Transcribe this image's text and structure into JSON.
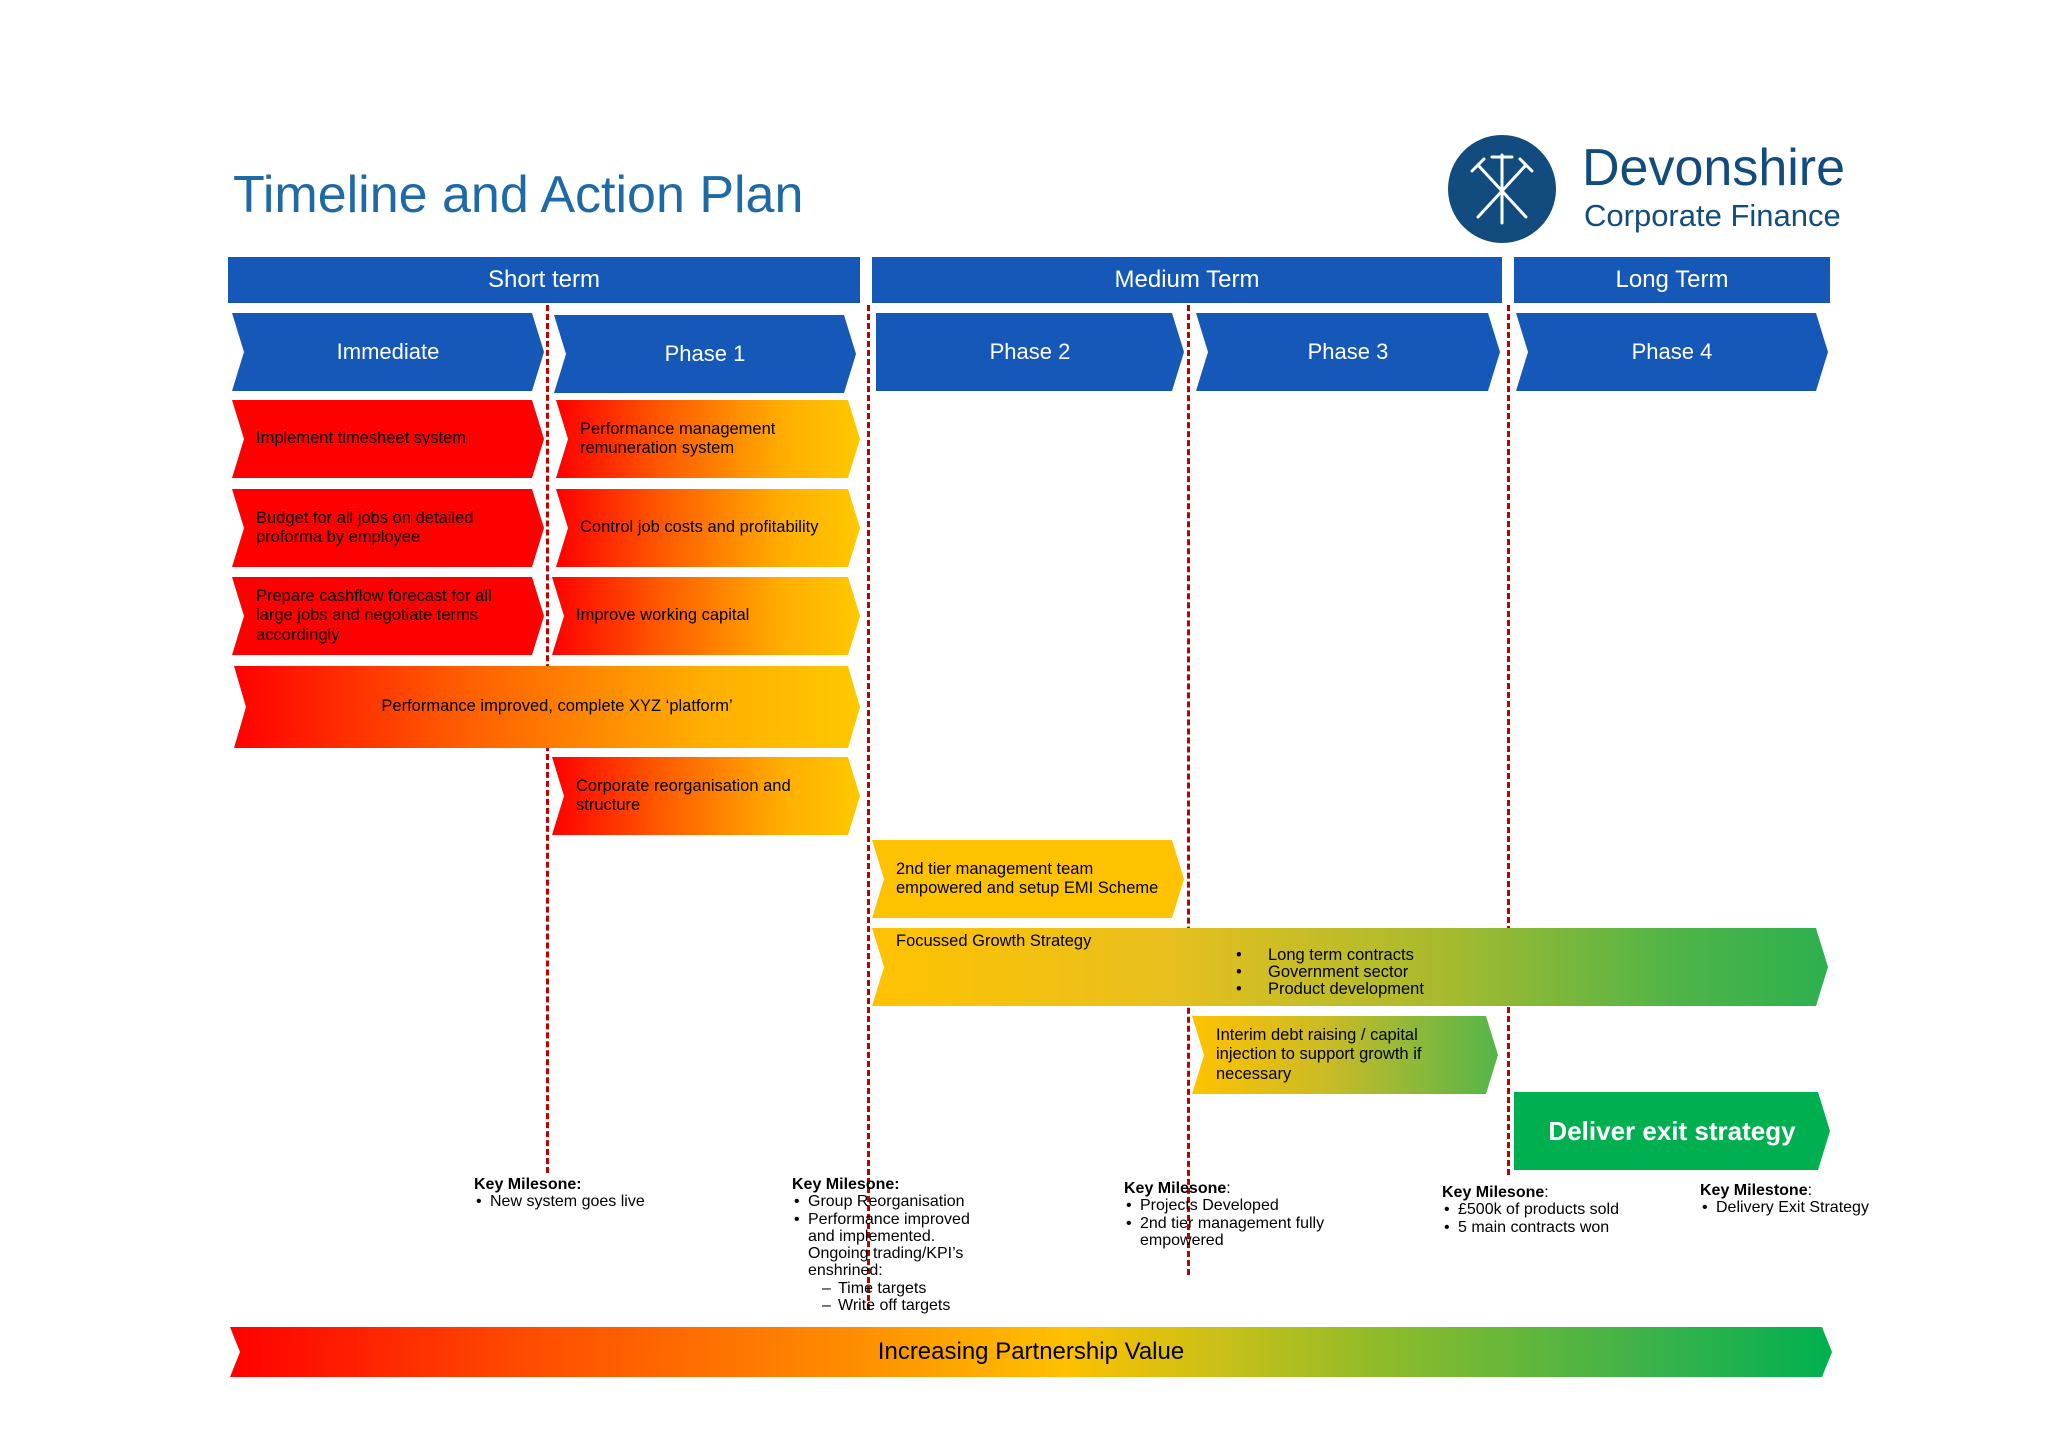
{
  "title": "Timeline and Action Plan",
  "logo": {
    "name": "Devonshire",
    "subtitle": "Corporate Finance"
  },
  "terms": [
    "Short term",
    "Medium Term",
    "Long Term"
  ],
  "phases": [
    "Immediate",
    "Phase 1",
    "Phase 2",
    "Phase 3",
    "Phase 4"
  ],
  "actions": {
    "timesheet": "Implement timesheet system",
    "budget": "Budget for all jobs on detailed proforma by employee",
    "cashflow": "Prepare cashflow forecast for all large jobs and negotiate terms accordingly",
    "perf_mgmt": "Performance management remuneration system",
    "control_costs": "Control job costs and profitability",
    "working_capital": "Improve working capital",
    "platform": "Performance improved, complete XYZ ‘platform’",
    "reorg": "Corporate reorganisation and structure",
    "second_tier": "2nd tier management team empowered and setup EMI Scheme",
    "growth_title": "Focussed Growth Strategy",
    "growth_items": [
      "Long term contracts",
      "Government sector",
      "Product development"
    ],
    "interim_debt": "Interim debt raising / capital injection to support growth if necessary",
    "exit": "Deliver exit strategy"
  },
  "milestones": {
    "m1": {
      "head": "Key Milesone:",
      "items": [
        "New system goes live"
      ]
    },
    "m2": {
      "head": "Key Milesone:",
      "items": [
        "Group Reorganisation",
        "Performance improved and implemented. Ongoing trading/KPI’s enshrined:"
      ],
      "subitems": [
        "Time targets",
        "Write off targets"
      ]
    },
    "m3": {
      "head": "Key Milesone",
      "items": [
        "Projects Developed",
        "2nd tier management fully empowered"
      ]
    },
    "m4": {
      "head": "Key Milesone",
      "items": [
        "£500k of products sold",
        "5 main contracts won"
      ]
    },
    "m5": {
      "head": "Key Milestone",
      "items": [
        "Delivery Exit Strategy"
      ]
    }
  },
  "bottom_banner": "Increasing Partnership Value",
  "colors": {
    "blue": "#1558b8",
    "red": "#ff0000",
    "yellow": "#ffc200",
    "green": "#00b050",
    "dash": "#c00000"
  }
}
